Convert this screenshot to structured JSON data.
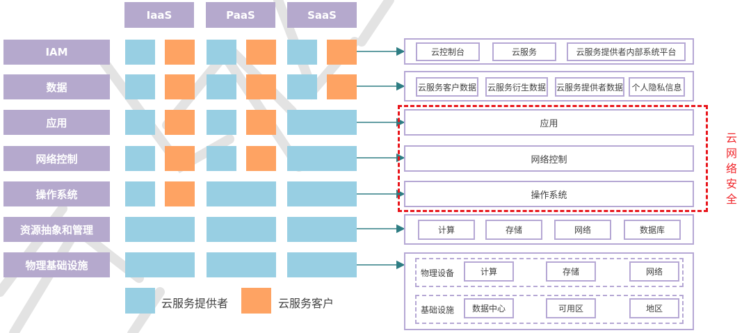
{
  "columns": [
    "IaaS",
    "PaaS",
    "SaaS"
  ],
  "rows": [
    {
      "label": "IAM",
      "iaas": [
        "provider",
        "customer"
      ],
      "paas": [
        "provider",
        "customer"
      ],
      "saas": [
        "provider",
        "customer"
      ]
    },
    {
      "label": "数据",
      "iaas": [
        "provider",
        "customer"
      ],
      "paas": [
        "provider",
        "customer"
      ],
      "saas": [
        "provider",
        "customer"
      ]
    },
    {
      "label": "应用",
      "iaas": [
        "provider",
        "customer"
      ],
      "paas": [
        "provider",
        "customer"
      ],
      "saas": [
        "provider"
      ]
    },
    {
      "label": "网络控制",
      "iaas": [
        "provider",
        "customer"
      ],
      "paas": [
        "provider",
        "customer"
      ],
      "saas": [
        "provider"
      ]
    },
    {
      "label": "操作系统",
      "iaas": [
        "provider",
        "customer"
      ],
      "paas": [
        "provider"
      ],
      "saas": [
        "provider"
      ]
    },
    {
      "label": "资源抽象和管理",
      "iaas": [
        "provider"
      ],
      "paas": [
        "provider"
      ],
      "saas": [
        "provider"
      ]
    },
    {
      "label": "物理基础设施",
      "iaas": [
        "provider"
      ],
      "paas": [
        "provider"
      ],
      "saas": [
        "provider"
      ]
    }
  ],
  "legend": {
    "provider": {
      "label": "云服务提供者",
      "color": "#98cfe3"
    },
    "customer": {
      "label": "云服务客户",
      "color": "#fea363"
    }
  },
  "right": {
    "iam_items": [
      "云控制台",
      "云服务",
      "云服务提供者内部系统平台"
    ],
    "data_items": [
      "云服务客户数据",
      "云服务衍生数据",
      "云服务提供者数据",
      "个人隐私信息"
    ],
    "app": "应用",
    "network": "网络控制",
    "os": "操作系统",
    "resource_items": [
      "计算",
      "存储",
      "网络",
      "数据库"
    ],
    "physical": {
      "devices_label": "物理设备",
      "devices": [
        "计算",
        "存储",
        "网络"
      ],
      "infra_label": "基础设施",
      "infra": [
        "数据中心",
        "可用区",
        "地区"
      ]
    }
  },
  "security_label": [
    "云",
    "网",
    "络",
    "安",
    "全"
  ],
  "colors": {
    "header": "#b5a9cd",
    "arrow": "#2e7d83",
    "security": "#e8141a"
  }
}
